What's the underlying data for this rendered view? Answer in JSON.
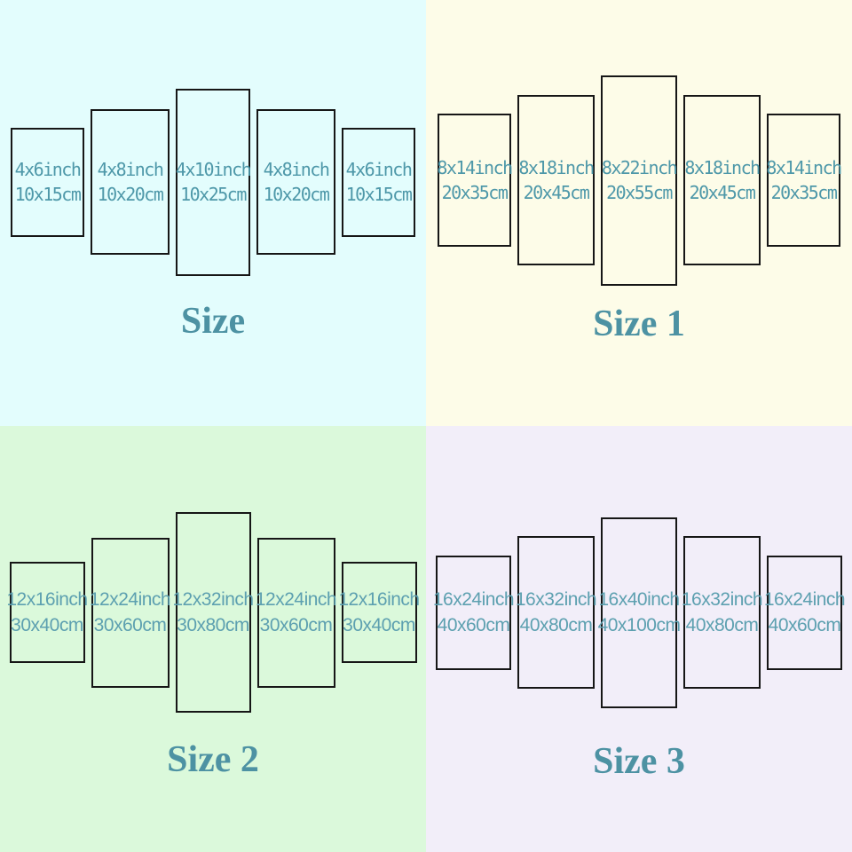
{
  "colors": {
    "q1_background": "#e3fdfd",
    "q2_background": "#fdfce8",
    "q3_background": "#dbf9db",
    "q4_background": "#f2eef9",
    "panel_border": "#161616",
    "label_text_top": "#4e98a9",
    "label_text_bottom": "#5da0b0",
    "title_text": "#4d92a3"
  },
  "quadrants": [
    {
      "title": "Size",
      "panels": [
        {
          "inch": "4x6inch",
          "cm": "10x15cm"
        },
        {
          "inch": "4x8inch",
          "cm": "10x20cm"
        },
        {
          "inch": "4x10inch",
          "cm": "10x25cm"
        },
        {
          "inch": "4x8inch",
          "cm": "10x20cm"
        },
        {
          "inch": "4x6inch",
          "cm": "10x15cm"
        }
      ]
    },
    {
      "title": "Size 1",
      "panels": [
        {
          "inch": "8x14inch",
          "cm": "20x35cm"
        },
        {
          "inch": "8x18inch",
          "cm": "20x45cm"
        },
        {
          "inch": "8x22inch",
          "cm": "20x55cm"
        },
        {
          "inch": "8x18inch",
          "cm": "20x45cm"
        },
        {
          "inch": "8x14inch",
          "cm": "20x35cm"
        }
      ]
    },
    {
      "title": "Size 2",
      "panels": [
        {
          "inch": "12x16inch",
          "cm": "30x40cm"
        },
        {
          "inch": "12x24inch",
          "cm": "30x60cm"
        },
        {
          "inch": "12x32inch",
          "cm": "30x80cm"
        },
        {
          "inch": "12x24inch",
          "cm": "30x60cm"
        },
        {
          "inch": "12x16inch",
          "cm": "30x40cm"
        }
      ]
    },
    {
      "title": "Size 3",
      "panels": [
        {
          "inch": "16x24inch",
          "cm": "40x60cm"
        },
        {
          "inch": "16x32inch",
          "cm": "40x80cm"
        },
        {
          "inch": "16x40inch",
          "cm": "40x100cm"
        },
        {
          "inch": "16x32inch",
          "cm": "40x80cm"
        },
        {
          "inch": "16x24inch",
          "cm": "40x60cm"
        }
      ]
    }
  ]
}
